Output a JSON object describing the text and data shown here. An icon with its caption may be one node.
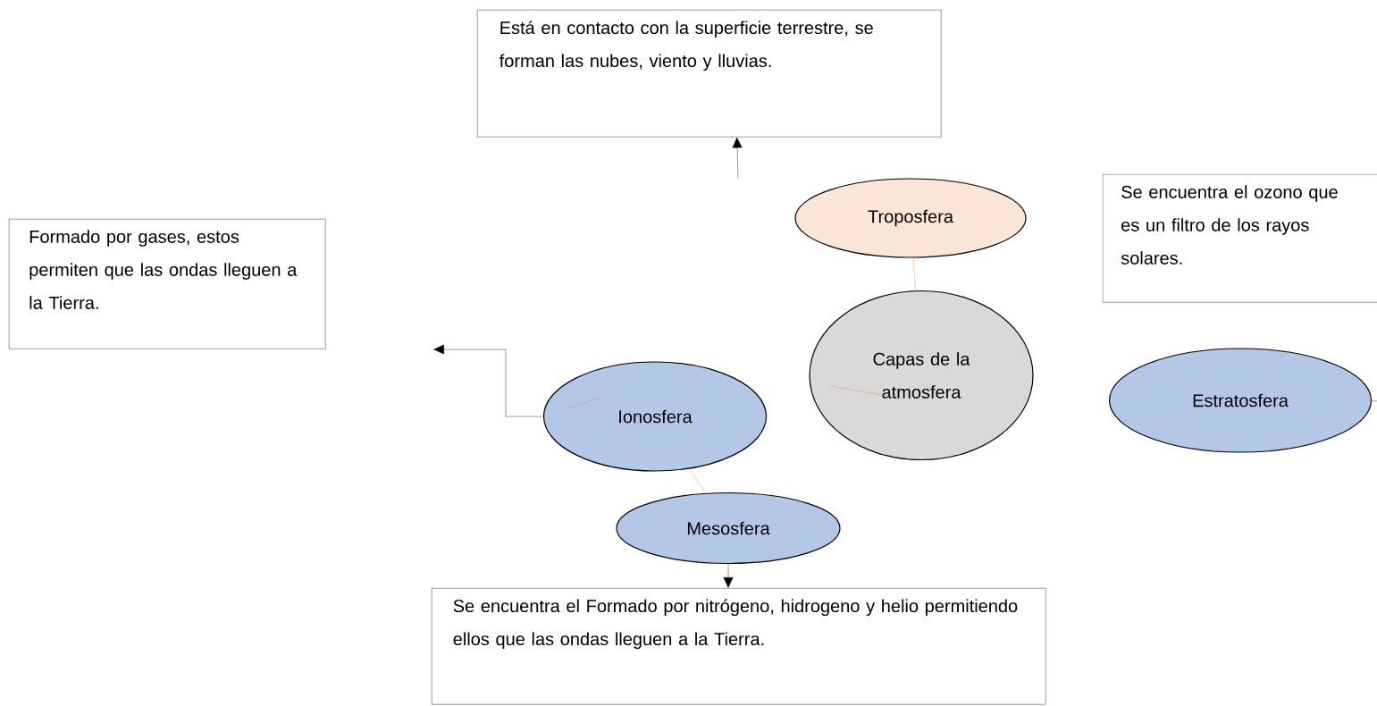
{
  "diagram": {
    "nodes": [
      {
        "text": [
          "Está en contacto con la superficie terrestre, se forman las nubes, viento y lluvias."
        ]
      },
      {
        "text": [
          "Troposfera"
        ]
      },
      {
        "text": [
          "Se encuentra el ozono que es un filtro de los rayos solares."
        ]
      },
      {
        "text": [
          "Formado por gases, estos permiten que las ondas lleguen a la Tierra."
        ]
      },
      {
        "text": [
          "Capas de la atmosfera"
        ]
      },
      {
        "text": [
          "Ionosfera"
        ]
      },
      {
        "text": [
          "Estratosfera"
        ]
      },
      {
        "text": [
          "Mesosfera"
        ]
      },
      {
        "text": [
          "Se encuentra el Formado por nitrógeno, hidrogeno y helio permitiendo ellos que las ondas lleguen a la Tierra."
        ]
      }
    ],
    "edges": [
      {
        "from": null,
        "to": 0,
        "arrow": "to"
      },
      {
        "from": 1,
        "to": 4,
        "arrow": "none",
        "color": "#ed7d31"
      },
      {
        "from": 5,
        "to": null,
        "arrow": "to"
      },
      {
        "from": 5,
        "to": 7,
        "arrow": "none",
        "color": "#ed7d31"
      },
      {
        "from": 7,
        "to": 8,
        "arrow": "to"
      },
      {
        "from": 6,
        "to": null,
        "arrow": "none"
      }
    ]
  }
}
